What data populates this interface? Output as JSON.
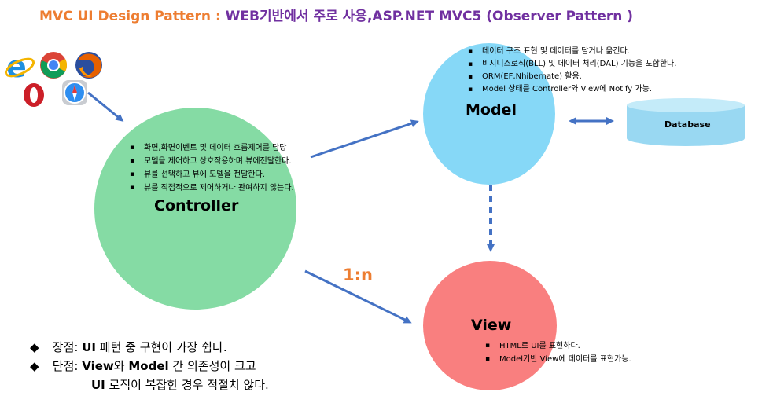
{
  "title": {
    "part1": "MVC UI Design Pattern : ",
    "part2": "WEB기반에서 주로 사용,ASP.NET MVC5 (Observer Pattern )"
  },
  "browser_icons": [
    "ie-icon",
    "chrome-icon",
    "firefox-icon",
    "opera-icon",
    "safari-icon"
  ],
  "colors": {
    "controller": "#85dba4",
    "model": "#86d8f7",
    "view": "#f97f7f",
    "database": "#99d8f2",
    "arrow": "#4472c4",
    "title_orange": "#ed7d31",
    "title_purple": "#7030a0",
    "ratio_orange": "#ed7d31"
  },
  "controller": {
    "label": "Controller",
    "bullets": [
      "화면,화면이벤트 및 데이터 흐름제어를 담당",
      "모델을 제어하고 상호작용하며 뷰에전달한다.",
      "뷰를 선택하고 뷰에 모델을 전달한다.",
      "뷰를 직접적으로 제어하거나 관여하지 않는다."
    ]
  },
  "model": {
    "label": "Model",
    "bullets": [
      "데이터 구조 표현 및 데이터를 담거나 옮긴다.",
      "비지니스로직(BLL) 및 데이터 처리(DAL) 기능을 포함한다.",
      "ORM(EF,Nhibernate) 활용.",
      "Model 상태를 Controller와 View에 Notify 가능."
    ]
  },
  "database": {
    "label": "Database"
  },
  "view": {
    "label": "View",
    "bullets": [
      "HTML로 UI를 표현하다.",
      "Model기반 View에 데이터를 표현가능."
    ]
  },
  "ratio_label": "1:n",
  "notes": {
    "pro_prefix": "장점:",
    "pro_keyword": "UI",
    "pro_text": "패턴 중  구현이 가장 쉽다.",
    "con_prefix": "단점:",
    "con_kw1": "View",
    "con_mid": "와",
    "con_kw2": "Model",
    "con_text": "간 의존성이 크고",
    "con_line2_kw": "UI",
    "con_line2_text": "로직이 복잡한 경우 적절치 않다."
  }
}
